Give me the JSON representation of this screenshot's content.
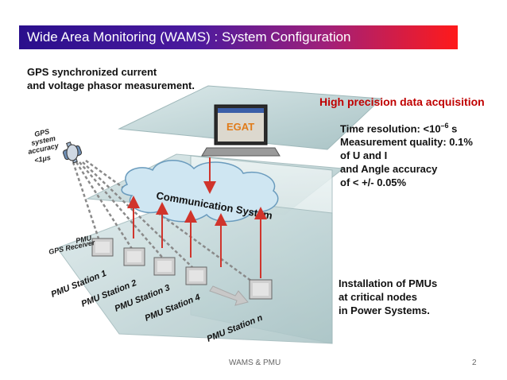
{
  "slide": {
    "title": "Wide Area Monitoring (WAMS) : System Configuration",
    "gps_text_line1": "GPS synchronized current",
    "gps_text_line2": "and voltage phasor measurement.",
    "precision_heading": "High precision data acquisition",
    "precision_lines": {
      "l1_prefix": "Time resolution: <10",
      "l1_exp": "–6",
      "l1_suffix": " s",
      "l2": "Measurement quality: 0.1%",
      "l3": "of U and I",
      "l4": "and Angle accuracy",
      "l5": "of < +/- 0.05%"
    },
    "install_lines": {
      "l1": "Installation of PMUs",
      "l2": "at critical nodes",
      "l3": "in Power Systems."
    },
    "footer": "WAMS & PMU",
    "page_number": "2"
  },
  "diagram": {
    "communication_system": "Communication System",
    "monitor_logo": "EGAT",
    "gps_label": {
      "l1": "GPS",
      "l2": "system",
      "l3": "accuracy",
      "l4": "<1μs"
    },
    "pmu_label": "PMU",
    "gps_receiver_label": "GPS Receiver",
    "stations": [
      "PMU Station 1",
      "PMU Station 2",
      "PMU Station 3",
      "PMU Station 4",
      "PMU Station n"
    ],
    "colors": {
      "wall": "#c9dcdc",
      "floor": "#b7cfd0",
      "arrow": "#d0342c",
      "cloud": "#cfe6f2"
    }
  }
}
